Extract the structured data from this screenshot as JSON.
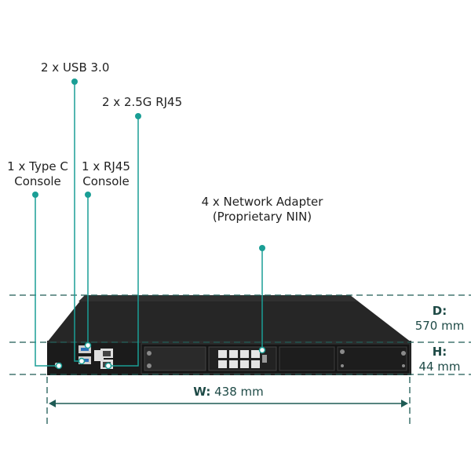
{
  "callouts": {
    "usb": "2 x USB 3.0",
    "rj45_25g": "2 x 2.5G RJ45",
    "typec_line1": "1 x Type C",
    "typec_line2": "Console",
    "rj45_console_line1": "1 x RJ45",
    "rj45_console_line2": "Console",
    "nin_line1": "4 x Network Adapter",
    "nin_line2": "(Proprietary NIN)"
  },
  "dimensions": {
    "depth_label": "D:",
    "depth_value": "570 mm",
    "height_label": "H:",
    "height_value": "44 mm",
    "width_label": "W:",
    "width_value": "438 mm"
  },
  "colors": {
    "callout_line": "#1a9e95",
    "dimension_line": "#1e5b55",
    "chassis": "#1b1b1b"
  }
}
